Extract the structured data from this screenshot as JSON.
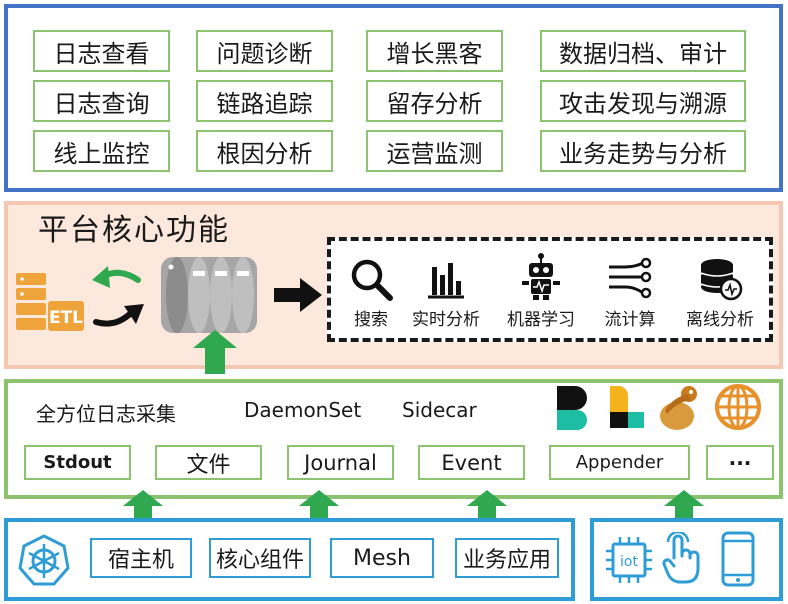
{
  "use_cases": {
    "col1": [
      "日志查看",
      "日志查询",
      "线上监控"
    ],
    "col2": [
      "问题诊断",
      "链路追踪",
      "根因分析"
    ],
    "col3": [
      "增长黑客",
      "留存分析",
      "运营监测"
    ],
    "col4": [
      "数据归档、审计",
      "攻击发现与溯源",
      "业务走势与分析"
    ]
  },
  "core": {
    "title": "平台核心功能",
    "etl_label": "ETL",
    "features": [
      "搜索",
      "实时分析",
      "机器学习",
      "流计算",
      "离线分析"
    ]
  },
  "collection": {
    "title": "全方位日志采集",
    "modes": [
      "DaemonSet",
      "Sidecar"
    ],
    "inputs": [
      "Stdout",
      "文件",
      "Journal",
      "Event",
      "Appender",
      "···"
    ]
  },
  "sources": {
    "items": [
      "宿主机",
      "核心组件",
      "Mesh",
      "业务应用"
    ]
  },
  "devices": {
    "iot_label": "iot"
  },
  "colors": {
    "top_border": "#4472c4",
    "core_bg": "#fce8dc",
    "core_border": "#f4c7b0",
    "green": "#8dc26f",
    "arrow_green": "#2fa84f",
    "blue": "#2e9dd6",
    "etl_orange": "#eea43a",
    "disk_gray": "#a6a6a6"
  }
}
